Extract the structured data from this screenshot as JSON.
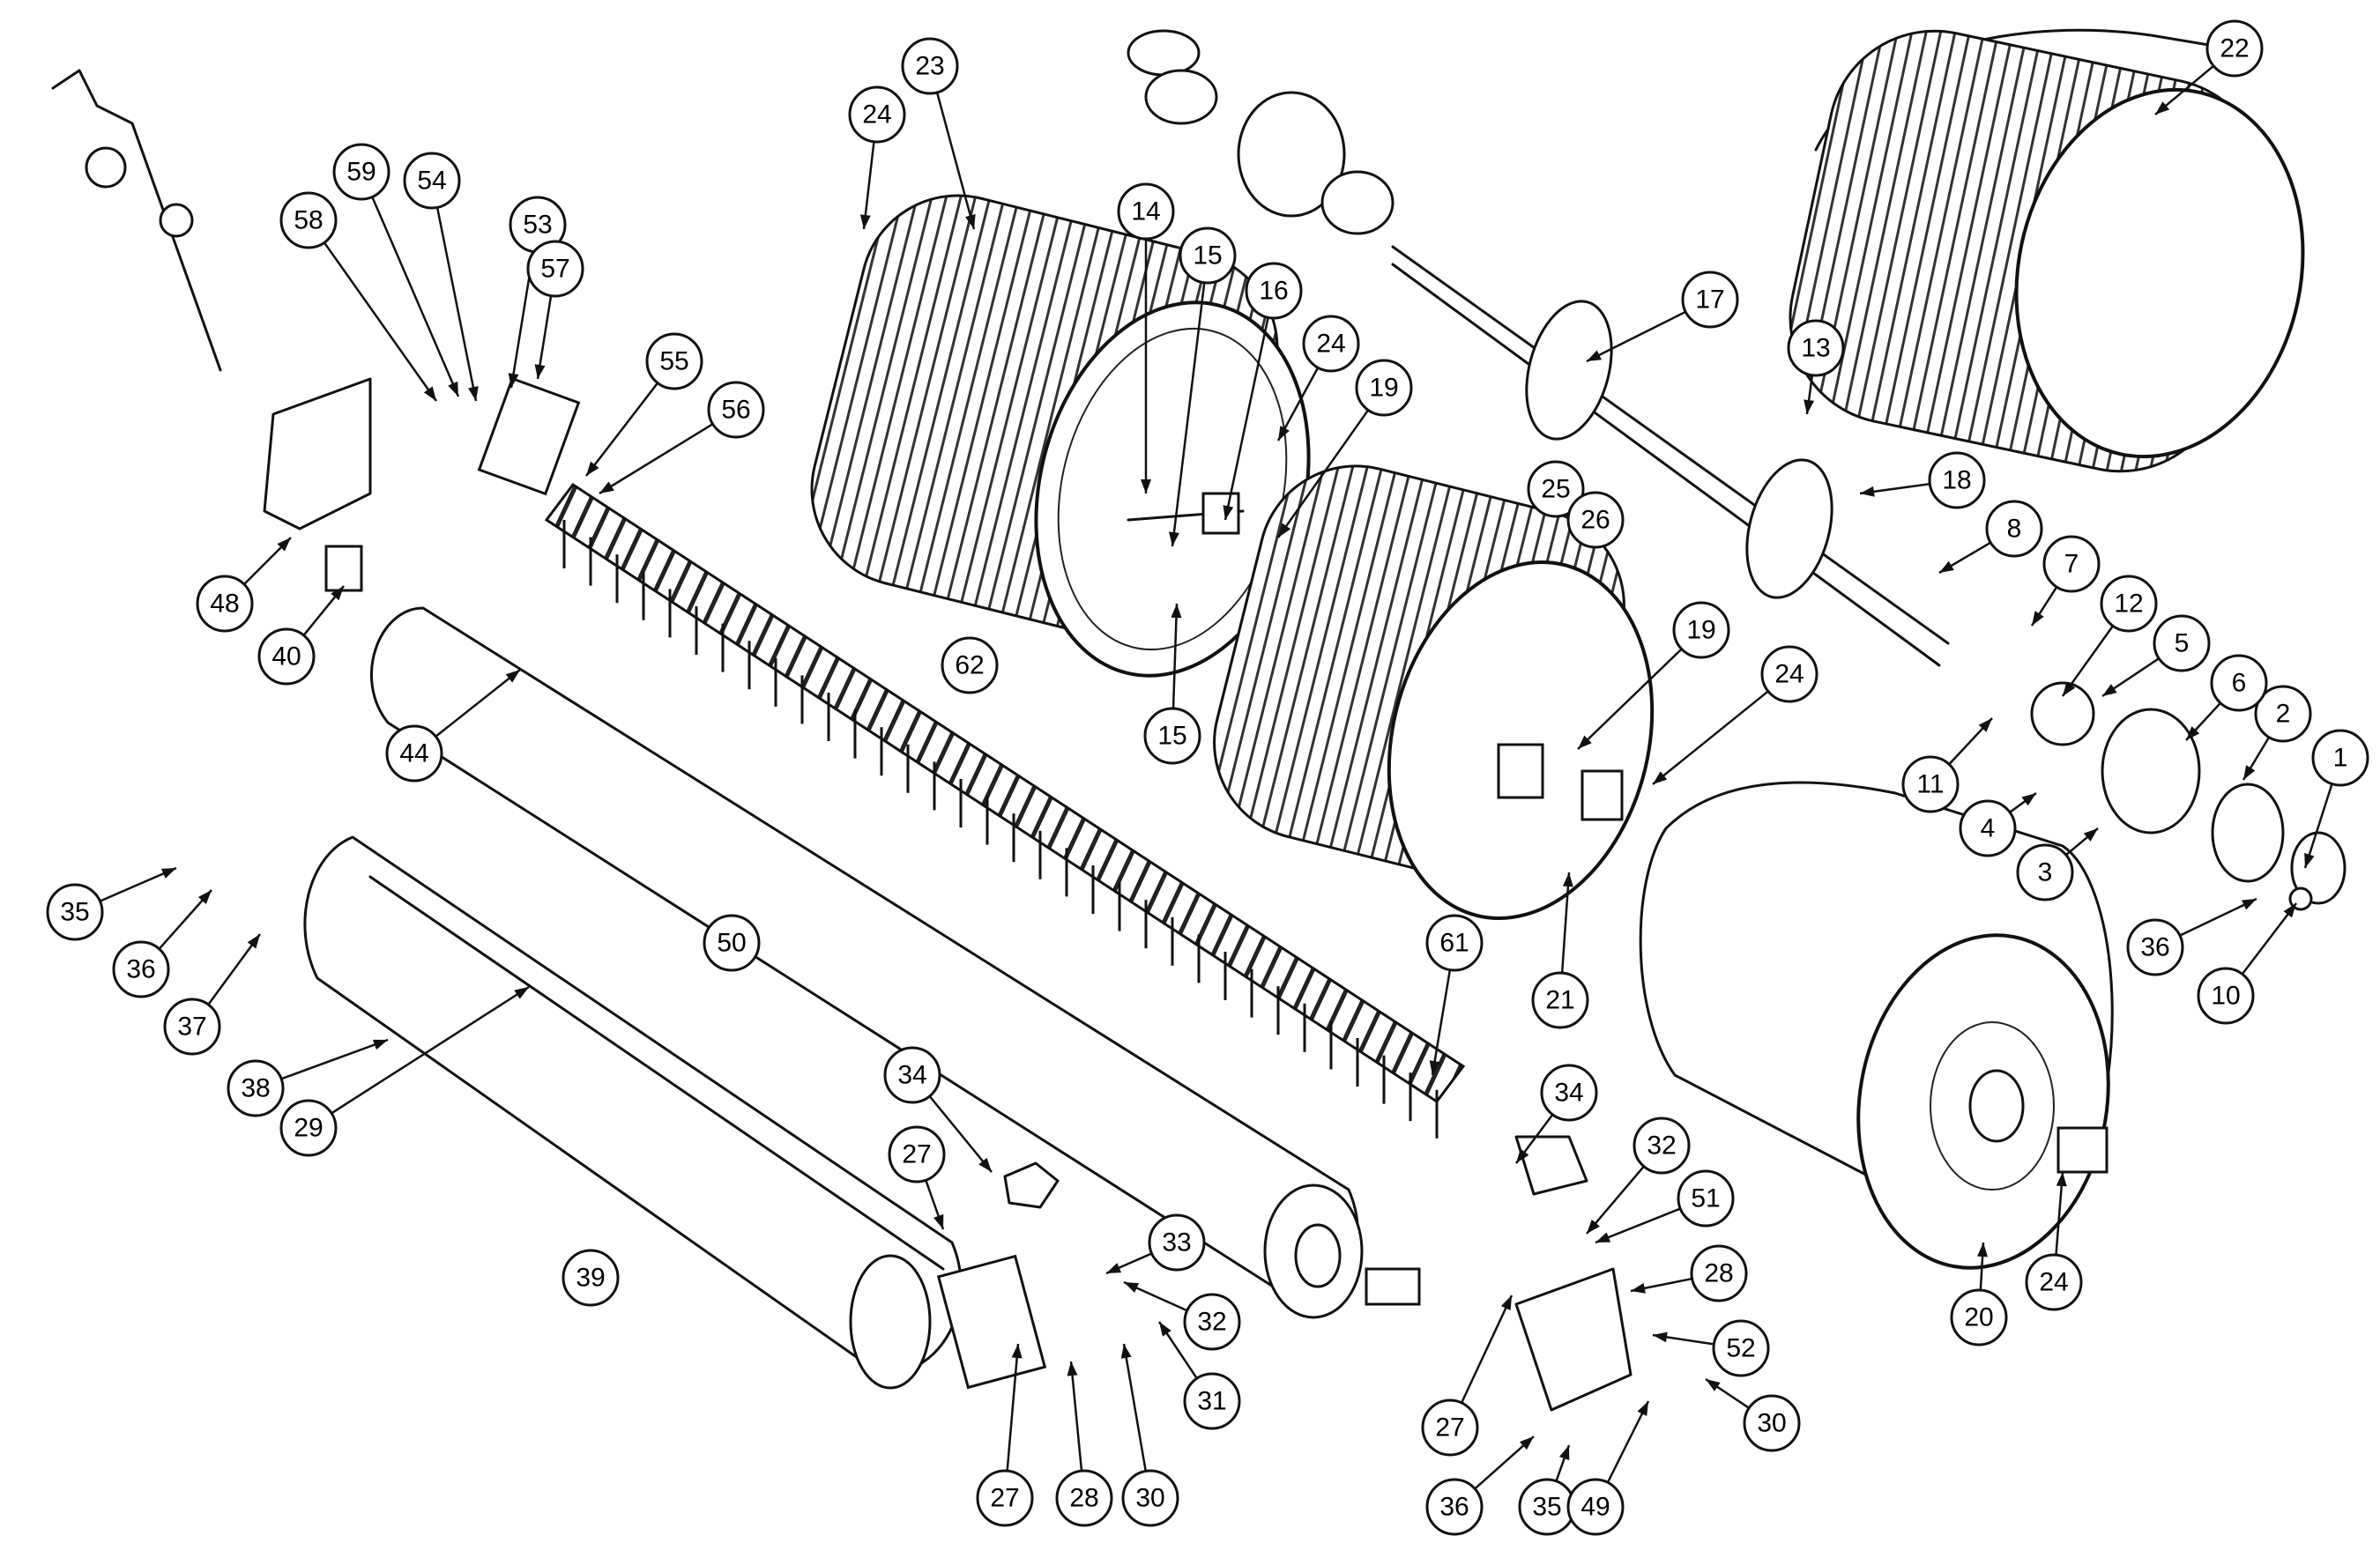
{
  "diagram": {
    "type": "exploded-parts-diagram",
    "callouts": [
      {
        "id": "c1",
        "label": "1"
      },
      {
        "id": "c2",
        "label": "2"
      },
      {
        "id": "c3",
        "label": "3"
      },
      {
        "id": "c4",
        "label": "4"
      },
      {
        "id": "c5",
        "label": "5"
      },
      {
        "id": "c6",
        "label": "6"
      },
      {
        "id": "c7",
        "label": "7"
      },
      {
        "id": "c8",
        "label": "8"
      },
      {
        "id": "c10",
        "label": "10"
      },
      {
        "id": "c11",
        "label": "11"
      },
      {
        "id": "c12",
        "label": "12"
      },
      {
        "id": "c13",
        "label": "13"
      },
      {
        "id": "c14",
        "label": "14"
      },
      {
        "id": "c15a",
        "label": "15"
      },
      {
        "id": "c15b",
        "label": "15"
      },
      {
        "id": "c16",
        "label": "16"
      },
      {
        "id": "c17",
        "label": "17"
      },
      {
        "id": "c18",
        "label": "18"
      },
      {
        "id": "c19a",
        "label": "19"
      },
      {
        "id": "c19b",
        "label": "19"
      },
      {
        "id": "c20",
        "label": "20"
      },
      {
        "id": "c21",
        "label": "21"
      },
      {
        "id": "c22",
        "label": "22"
      },
      {
        "id": "c23",
        "label": "23"
      },
      {
        "id": "c24a",
        "label": "24"
      },
      {
        "id": "c24b",
        "label": "24"
      },
      {
        "id": "c24c",
        "label": "24"
      },
      {
        "id": "c24d",
        "label": "24"
      },
      {
        "id": "c25",
        "label": "25"
      },
      {
        "id": "c26",
        "label": "26"
      },
      {
        "id": "c27a",
        "label": "27"
      },
      {
        "id": "c27b",
        "label": "27"
      },
      {
        "id": "c27c",
        "label": "27"
      },
      {
        "id": "c28a",
        "label": "28"
      },
      {
        "id": "c28b",
        "label": "28"
      },
      {
        "id": "c29",
        "label": "29"
      },
      {
        "id": "c30a",
        "label": "30"
      },
      {
        "id": "c30b",
        "label": "30"
      },
      {
        "id": "c31",
        "label": "31"
      },
      {
        "id": "c32a",
        "label": "32"
      },
      {
        "id": "c32b",
        "label": "32"
      },
      {
        "id": "c33",
        "label": "33"
      },
      {
        "id": "c34a",
        "label": "34"
      },
      {
        "id": "c34b",
        "label": "34"
      },
      {
        "id": "c35a",
        "label": "35"
      },
      {
        "id": "c35b",
        "label": "35"
      },
      {
        "id": "c36a",
        "label": "36"
      },
      {
        "id": "c36b",
        "label": "36"
      },
      {
        "id": "c36c",
        "label": "36"
      },
      {
        "id": "c37",
        "label": "37"
      },
      {
        "id": "c38",
        "label": "38"
      },
      {
        "id": "c39",
        "label": "39"
      },
      {
        "id": "c40",
        "label": "40"
      },
      {
        "id": "c44",
        "label": "44"
      },
      {
        "id": "c48",
        "label": "48"
      },
      {
        "id": "c49",
        "label": "49"
      },
      {
        "id": "c50",
        "label": "50"
      },
      {
        "id": "c51",
        "label": "51"
      },
      {
        "id": "c52",
        "label": "52"
      },
      {
        "id": "c53",
        "label": "53"
      },
      {
        "id": "c54",
        "label": "54"
      },
      {
        "id": "c55",
        "label": "55"
      },
      {
        "id": "c56",
        "label": "56"
      },
      {
        "id": "c57",
        "label": "57"
      },
      {
        "id": "c58",
        "label": "58"
      },
      {
        "id": "c59",
        "label": "59"
      },
      {
        "id": "c61",
        "label": "61"
      },
      {
        "id": "c62",
        "label": "62"
      }
    ]
  }
}
